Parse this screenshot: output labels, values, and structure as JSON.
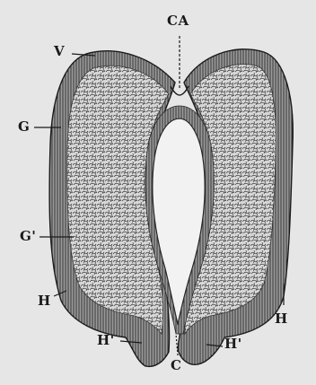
{
  "labels": {
    "ca": "CA",
    "v": "V",
    "g": "G",
    "g_prime": "G'",
    "h_left": "H",
    "h_right": "H",
    "h_prime_left": "H'",
    "h_prime_right": "H'",
    "c": "C"
  },
  "colors": {
    "background": "#e6e6e6",
    "ink": "#1a1a1a",
    "inner_tissue": "#d4d4d4",
    "outer_band": "#8a8a8a"
  }
}
